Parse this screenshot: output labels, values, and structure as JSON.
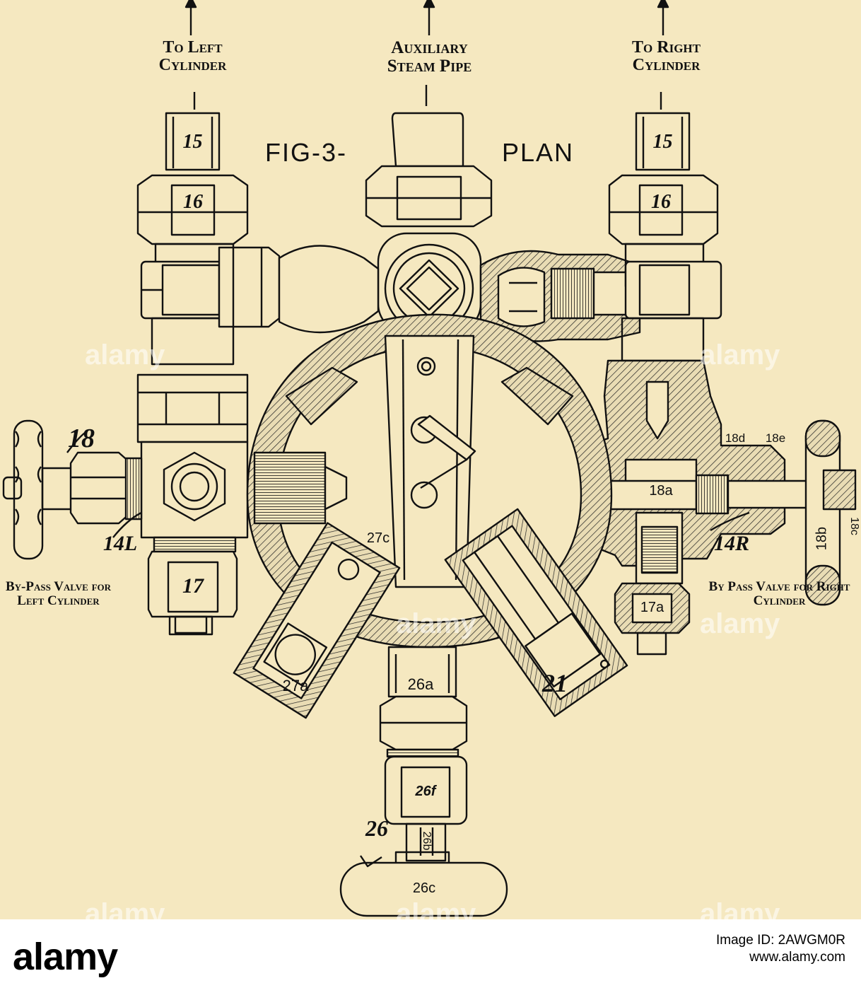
{
  "figure": {
    "title": "FIG-3-",
    "view": "PLAN",
    "labels": {
      "to_left_cylinder": "To Left Cylinder",
      "auxiliary_steam_pipe": "Auxiliary Steam Pipe",
      "to_right_cylinder": "To Right Cylinder",
      "bypass_left": "By-Pass Valve for Left Cylinder",
      "bypass_right": "By Pass Valve for Right Cylinder"
    },
    "part_numbers": {
      "p15_left": "15",
      "p15_right": "15",
      "p16_left": "16",
      "p16_right": "16",
      "p17": "17",
      "p17a": "17a",
      "p18": "18",
      "p18a": "18a",
      "p18b": "18b",
      "p18c": "18c",
      "p18d": "18d",
      "p18e": "18e",
      "p14L": "14L",
      "p14R": "14R",
      "p21": "21",
      "p26": "26",
      "p26a": "26a",
      "p26b": "26b",
      "p26c": "26c",
      "p26f": "26f",
      "p27a": "27a",
      "p27c": "27c"
    }
  },
  "watermark": "alamy",
  "footer": {
    "brand": "alamy",
    "image_id": "Image ID: 2AWGM0R",
    "site": "www.alamy.com"
  }
}
